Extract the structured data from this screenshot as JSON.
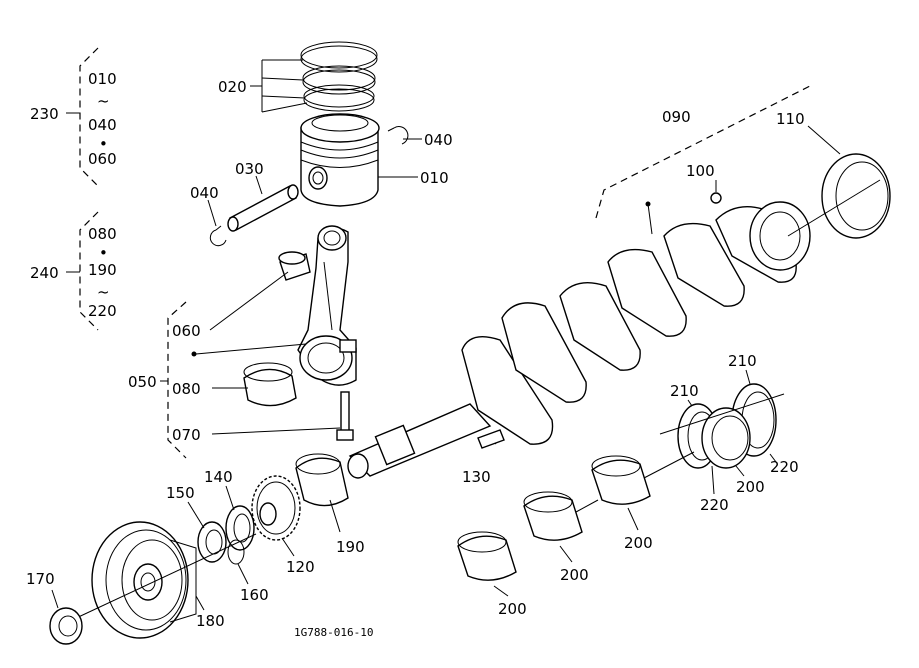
{
  "diagram": {
    "drawing_code": "1G788-016-10",
    "assembly_groups": {
      "g230": {
        "number": "230",
        "items": [
          "010",
          "~",
          "040",
          "•",
          "060"
        ]
      },
      "g240": {
        "number": "240",
        "items": [
          "080",
          "•",
          "190",
          "~",
          "220"
        ]
      },
      "g050": {
        "number": "050"
      },
      "g090": {
        "number": "090"
      }
    },
    "callouts": {
      "p020": "020",
      "p040a": "040",
      "p010": "010",
      "p030": "030",
      "p040b": "040",
      "p110": "110",
      "p100": "100",
      "p060": "060",
      "p080": "080",
      "p070": "070",
      "p130": "130",
      "p210a": "210",
      "p210b": "210",
      "p220a": "220",
      "p220b": "220",
      "p200a": "200",
      "p200b": "200",
      "p200c": "200",
      "p200d": "200",
      "p140": "140",
      "p150": "150",
      "p120": "120",
      "p190": "190",
      "p160": "160",
      "p170": "170",
      "p180": "180"
    }
  }
}
